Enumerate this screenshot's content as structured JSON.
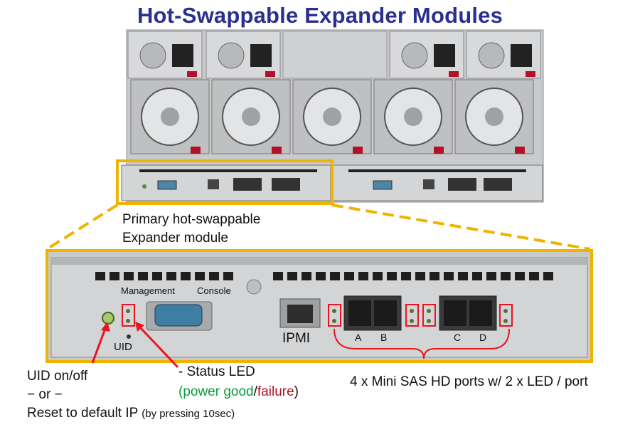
{
  "title": "Hot-Swappable Expander Modules",
  "callout": {
    "line1": "Primary hot-swappable",
    "line2": "Expander module"
  },
  "module_labels": {
    "mgmt": "Management",
    "console": "Console",
    "uid": "UID",
    "ipmi": "IPMI",
    "port_a": "A",
    "port_b": "B",
    "port_c": "C",
    "port_d": "D"
  },
  "annotations": {
    "uid_line1": "UID on/off",
    "uid_line2": "− or −",
    "uid_line3_main": "Reset to default IP",
    "uid_line3_note": "(by pressing 10sec)",
    "status_line1": "- Status LED",
    "status_paren_open": "(",
    "status_good": "power good",
    "status_slash": "/",
    "status_fail": "failure",
    "status_paren_close": ")",
    "ports": "4 x Mini SAS HD ports w/ 2 x LED / port"
  },
  "colors": {
    "title": "#2b2f8f",
    "highlight": "#f0b400",
    "marker_red": "#e8151f",
    "power_good": "#0a9b3a",
    "failure": "#b3121e"
  }
}
